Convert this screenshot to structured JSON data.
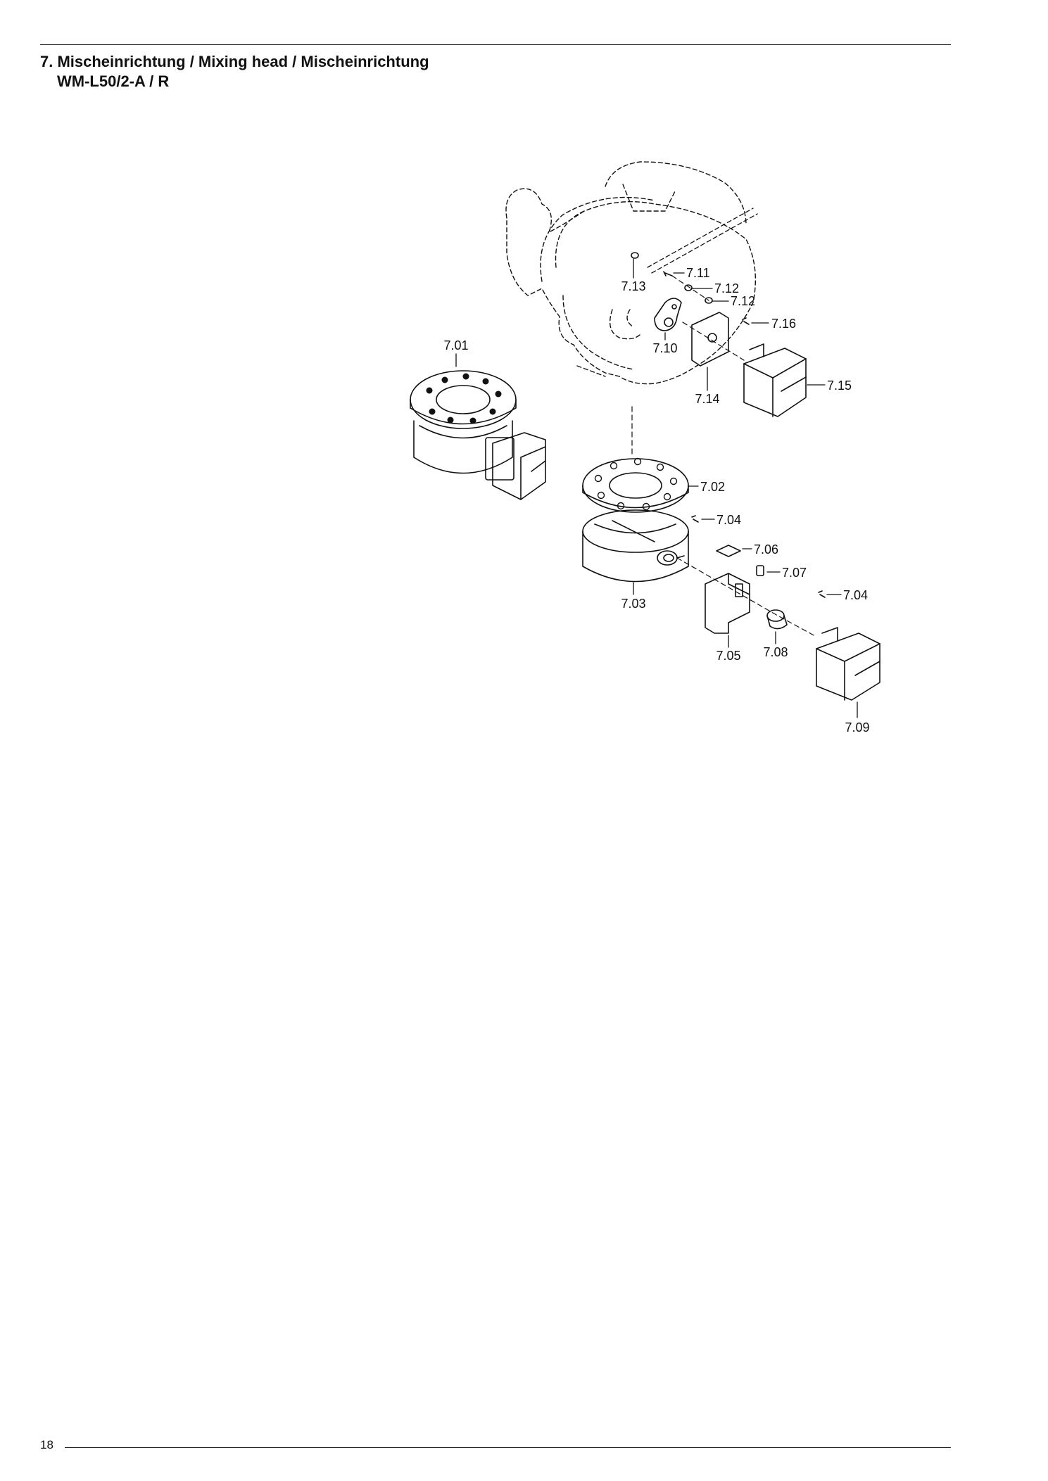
{
  "header": {
    "title_line1": "7. Mischeinrichtung / Mixing head / Mischeinrichtung",
    "title_line2": "WM-L50/2-A / R"
  },
  "callouts": {
    "p701": "7.01",
    "p702": "7.02",
    "p703": "7.03",
    "p704a": "7.04",
    "p704b": "7.04",
    "p705": "7.05",
    "p706": "7.06",
    "p707": "7.07",
    "p708": "7.08",
    "p709": "7.09",
    "p710": "7.10",
    "p711": "7.11",
    "p712a": "7.12",
    "p712b": "7.12",
    "p713": "7.13",
    "p714": "7.14",
    "p715": "7.15",
    "p716": "7.16"
  },
  "footer": {
    "page_number": "18"
  }
}
